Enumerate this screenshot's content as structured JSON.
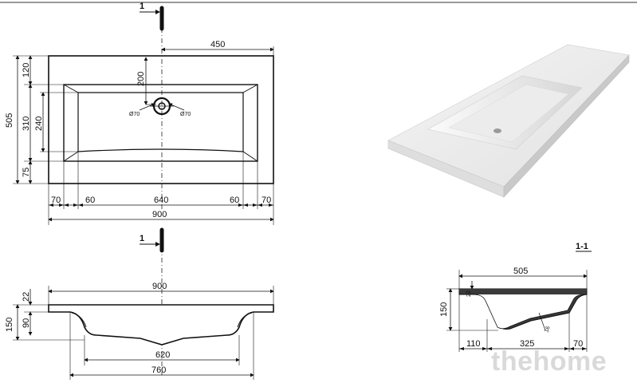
{
  "drawing": {
    "top_view": {
      "section_marker_top": "1",
      "dim_width_right": "450",
      "dim_depth_total": "505",
      "dim_back_margin": "120",
      "dim_basin_depth": "310",
      "dim_bowl_depth": "240",
      "dim_front_margin": "75",
      "dim_drain_offset": "200",
      "drain_dia_left": "Ø70",
      "drain_dia_right": "Ø70",
      "dim_side_left": "70",
      "dim_slope_left": "60",
      "dim_bowl_width": "640",
      "dim_slope_right": "60",
      "dim_side_right": "70",
      "dim_total_width": "900"
    },
    "front_view": {
      "section_marker": "1",
      "dim_top_width": "900",
      "dim_thickness": "22",
      "dim_bowl_height": "90",
      "dim_total_height": "150",
      "dim_bottom_width": "620",
      "dim_base_width": "760"
    },
    "section_view": {
      "title": "1-1",
      "dim_depth": "505",
      "dim_thickness": "22",
      "dim_height": "150",
      "dim_wall": "16",
      "dim_front": "110",
      "dim_middle": "325",
      "dim_back": "70"
    }
  },
  "watermark": "thehome"
}
